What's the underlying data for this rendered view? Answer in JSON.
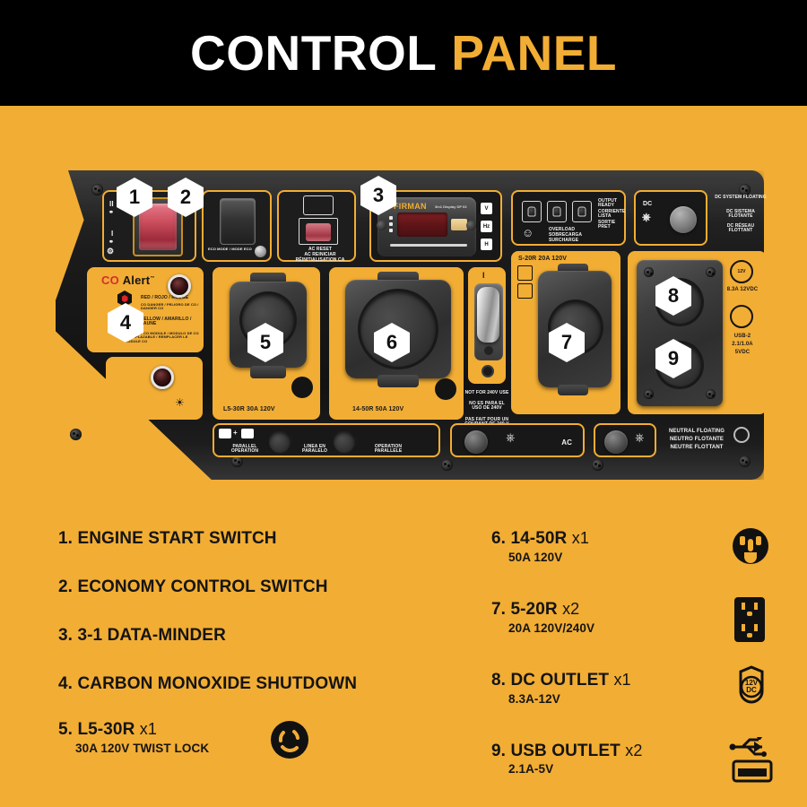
{
  "header": {
    "title_part1": "CONTROL",
    "title_part2": "PANEL",
    "bg_color": "#000000",
    "accent_color": "#F2AD34"
  },
  "page": {
    "background_color": "#F2AD34",
    "text_color": "#141414"
  },
  "panel": {
    "brand": "FIRMAN",
    "display_model": "3in1 Display DP 03",
    "units": [
      "V",
      "Hz",
      "H"
    ],
    "ac_reset_label_en": "AC RESET",
    "ac_reset_label_es": "AC REINICIAR",
    "ac_reset_label_fr": "RÉINITIALISATION CA",
    "eco_mode_label": "ECO MODE / MODE ECO",
    "co_alert": {
      "title_co": "CO",
      "title_alert": "Alert",
      "tm": "™",
      "red_label": "RED / ROJO / ROUGE",
      "red_sub": "CO DANGER / PELIGRO DE CO / DANGER CO",
      "yellow_label": "YELLOW / AMARILLO / JAUNE",
      "yellow_sub": "REPLACE CO MODULE / MODULO DE CO REEMPLAZABLE / REMPLACER LE MODULE CO"
    },
    "indicators": {
      "output_ready": "OUTPUT READY",
      "output_ready_es": "CORRIENTE LISTA",
      "output_ready_fr": "SORTIE PRET",
      "overload": "OVERLOAD",
      "overload_es": "SOBRECARGA",
      "overload_fr": "SURCHARGE"
    },
    "dc": {
      "label": "DC",
      "system_en": "DC SYSTEM FLOATING",
      "system_es": "DC SISTEMA FLOTANTE",
      "system_fr": "DC RÉSEAU FLOTTANT",
      "dc_rating": "8.3A 12VDC",
      "usb_rating_line1": "USB-2",
      "usb_rating_line2": "2.1/1.0A",
      "usb_rating_line3": "5VDC"
    },
    "outlet_labels": {
      "l5_30r": "L5-30R 30A 120V",
      "14_50r": "14-50R 50A 120V",
      "5_20r": "S-20R 20A 120V"
    },
    "parallel": {
      "en": "PARALLEL OPERATION",
      "es": "LINEA EN PARALELO",
      "fr": "OPERATION PARALLELE"
    },
    "toggle_warning": {
      "en": "NOT FOR 240V USE",
      "es": "NO ES PARA EL USO DE 240V",
      "fr": "PAS FAIT POUR UN COURANT DE 240 V"
    },
    "neutral": {
      "en": "NEUTRAL FLOATING",
      "es": "NEUTRO FLOTANTE",
      "fr": "NEUTRE FLOTTANT"
    },
    "ac_label": "AC",
    "callouts": [
      "1",
      "2",
      "3",
      "4",
      "5",
      "6",
      "7",
      "8",
      "9"
    ]
  },
  "legend": {
    "left": [
      {
        "number": "1.",
        "name": "ENGINE START SWITCH",
        "qty": "",
        "sub": "",
        "icon": ""
      },
      {
        "number": "2.",
        "name": "ECONOMY CONTROL SWITCH",
        "qty": "",
        "sub": "",
        "icon": ""
      },
      {
        "number": "3.",
        "name": "3-1 DATA-MINDER",
        "qty": "",
        "sub": "",
        "icon": ""
      },
      {
        "number": "4.",
        "name": "CARBON MONOXIDE SHUTDOWN",
        "qty": "",
        "sub": "",
        "icon": ""
      },
      {
        "number": "5.",
        "name": "L5-30R",
        "qty": "x1",
        "sub": "30A 120V TWIST LOCK",
        "icon": "twist-lock-outlet-icon"
      }
    ],
    "right": [
      {
        "number": "6.",
        "name": "14-50R",
        "qty": "x1",
        "sub": "50A 120V",
        "icon": "nema-14-50r-outlet-icon"
      },
      {
        "number": "7.",
        "name": "5-20R",
        "qty": "x2",
        "sub": "20A 120V/240V",
        "icon": "duplex-outlet-icon"
      },
      {
        "number": "8.",
        "name": "DC OUTLET",
        "qty": "x1",
        "sub": "8.3A-12V",
        "icon": "dc-outlet-icon"
      },
      {
        "number": "9.",
        "name": "USB OUTLET",
        "qty": "x2",
        "sub": "2.1A-5V",
        "icon": "usb-outlet-icon"
      }
    ],
    "dc_icon_text_line1": "12V",
    "dc_icon_text_line2": "DC"
  }
}
